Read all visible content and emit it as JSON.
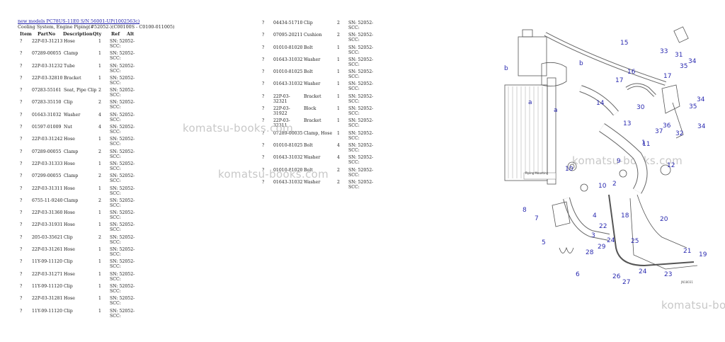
{
  "header": {
    "link": "new models PC78US-11E0 S/N 56001-UP(1002563c)",
    "subtitle": "Cooling System, Engine Piping(#52052-)(C00100S - C0100-011005)"
  },
  "columns": [
    "Item",
    "PartNo",
    "Description",
    "Qty",
    "Ref",
    "Alt"
  ],
  "table_left": [
    {
      "item": "?",
      "pn": "22P-03-31213",
      "desc": "Hose",
      "qty": "1",
      "ref": "SN: 52052-SCC:"
    },
    {
      "item": "?",
      "pn": "07289-00055",
      "desc": "Clamp",
      "qty": "1",
      "ref": "SN: 52052-SCC:"
    },
    {
      "item": "?",
      "pn": "22P-03-31232",
      "desc": "Tube",
      "qty": "1",
      "ref": "SN: 52052-SCC:"
    },
    {
      "item": "?",
      "pn": "22P-03-32810",
      "desc": "Bracket",
      "qty": "1",
      "ref": "SN: 52052-SCC:"
    },
    {
      "item": "?",
      "pn": "07283-55161",
      "desc": "Seat, Pipe Clip",
      "qty": "2",
      "ref": "SN: 52052-SCC:"
    },
    {
      "item": "?",
      "pn": "07283-35150",
      "desc": "Clip",
      "qty": "2",
      "ref": "SN: 52052-SCC:"
    },
    {
      "item": "?",
      "pn": "01643-31032",
      "desc": "Washer",
      "qty": "4",
      "ref": "SN: 52052-SCC:"
    },
    {
      "item": "?",
      "pn": "01597-01009",
      "desc": "Nut",
      "qty": "4",
      "ref": "SN: 52052-SCC:"
    },
    {
      "item": "?",
      "pn": "22P-03-31242",
      "desc": "Hose",
      "qty": "1",
      "ref": "SN: 52052-SCC:"
    },
    {
      "item": "?",
      "pn": "07289-00055",
      "desc": "Clamp",
      "qty": "2",
      "ref": "SN: 52052-SCC:"
    },
    {
      "item": "?",
      "pn": "22P-03-31333",
      "desc": "Hose",
      "qty": "1",
      "ref": "SN: 52052-SCC:"
    },
    {
      "item": "?",
      "pn": "07299-00055",
      "desc": "Clamp",
      "qty": "2",
      "ref": "SN: 52052-SCC:"
    },
    {
      "item": "?",
      "pn": "22P-03-31311",
      "desc": "Hose",
      "qty": "1",
      "ref": "SN: 52052-SCC:"
    },
    {
      "item": "?",
      "pn": "6755-11-9240",
      "desc": "Clamp",
      "qty": "2",
      "ref": "SN: 52052-SCC:"
    },
    {
      "item": "?",
      "pn": "22P-03-31360",
      "desc": "Hose",
      "qty": "1",
      "ref": "SN: 52052-SCC:"
    },
    {
      "item": "?",
      "pn": "22P-03-31931",
      "desc": "Hose",
      "qty": "1",
      "ref": "SN: 52052-SCC:"
    },
    {
      "item": "?",
      "pn": "205-03-35621",
      "desc": "Clip",
      "qty": "2",
      "ref": "SN: 52052-SCC:"
    },
    {
      "item": "?",
      "pn": "22P-03-31261",
      "desc": "Hose",
      "qty": "1",
      "ref": "SN: 52052-SCC:"
    },
    {
      "item": "?",
      "pn": "11Y-09-11120",
      "desc": "Clip",
      "qty": "1",
      "ref": "SN: 52052-SCC:"
    },
    {
      "item": "?",
      "pn": "22P-03-31271",
      "desc": "Hose",
      "qty": "1",
      "ref": "SN: 52052-SCC:"
    },
    {
      "item": "?",
      "pn": "11Y-09-11120",
      "desc": "Clip",
      "qty": "1",
      "ref": "SN: 52052-SCC:"
    },
    {
      "item": "?",
      "pn": "22P-03-31281",
      "desc": "Hose",
      "qty": "1",
      "ref": "SN: 52052-SCC:"
    },
    {
      "item": "?",
      "pn": "11Y-09-11120",
      "desc": "Clip",
      "qty": "1",
      "ref": "SN: 52052-SCC:"
    }
  ],
  "table_right": [
    {
      "item": "?",
      "pn": "04434-51710",
      "desc": "Clip",
      "qty": "2",
      "ref": "SN: 52052-SCC:"
    },
    {
      "item": "?",
      "pn": "07095-20211",
      "desc": "Cushion",
      "qty": "2",
      "ref": "SN: 52052-SCC:"
    },
    {
      "item": "?",
      "pn": "01010-81020",
      "desc": "Bolt",
      "qty": "1",
      "ref": "SN: 52052-SCC:"
    },
    {
      "item": "?",
      "pn": "01643-31032",
      "desc": "Washer",
      "qty": "1",
      "ref": "SN: 52052-SCC:"
    },
    {
      "item": "?",
      "pn": "01010-81025",
      "desc": "Bolt",
      "qty": "1",
      "ref": "SN: 52052-SCC:"
    },
    {
      "item": "?",
      "pn": "01643-31032",
      "desc": "Washer",
      "qty": "1",
      "ref": "SN: 52052-SCC:"
    },
    {
      "item": "?",
      "pn": "22P-03-32321",
      "desc": "Bracket",
      "qty": "1",
      "ref": "SN: 52052-SCC:"
    },
    {
      "item": "?",
      "pn": "22P-03-31922",
      "desc": "Block",
      "qty": "1",
      "ref": "SN: 52052-SCC:"
    },
    {
      "item": "?",
      "pn": "22P-03-32311",
      "desc": "Bracket",
      "qty": "1",
      "ref": "SN: 52052-SCC:"
    },
    {
      "item": "?",
      "pn": "07289-00035",
      "desc": "Clamp, Hose",
      "qty": "1",
      "ref": "SN: 52052-SCC:"
    },
    {
      "item": "?",
      "pn": "01010-81025",
      "desc": "Bolt",
      "qty": "4",
      "ref": "SN: 52052-SCC:"
    },
    {
      "item": "?",
      "pn": "01643-31032",
      "desc": "Washer",
      "qty": "4",
      "ref": "SN: 52052-SCC:"
    },
    {
      "item": "?",
      "pn": "01010-81020",
      "desc": "Bolt",
      "qty": "2",
      "ref": "SN: 52052-SCC:"
    },
    {
      "item": "?",
      "pn": "01643-31032",
      "desc": "Washer",
      "qty": "2",
      "ref": "SN: 52052-SCC:"
    }
  ],
  "watermarks": [
    "komatsu-books.com",
    "komatsu-books.com",
    "komatsu-books.com",
    "komatsu-books.com"
  ],
  "diagram": {
    "callouts": [
      "1",
      "2",
      "3",
      "4",
      "5",
      "6",
      "7",
      "8",
      "9",
      "10",
      "10",
      "11",
      "12",
      "13",
      "14",
      "15",
      "16",
      "17",
      "17",
      "18",
      "19",
      "20",
      "21",
      "22",
      "23",
      "24",
      "24",
      "25",
      "26",
      "27",
      "28",
      "29",
      "30",
      "31",
      "32",
      "33",
      "34",
      "34",
      "34",
      "35",
      "35",
      "36",
      "37",
      "a",
      "a",
      "b",
      "b"
    ],
    "caption": "JN18031",
    "jp_label": "Piping Mounting"
  }
}
